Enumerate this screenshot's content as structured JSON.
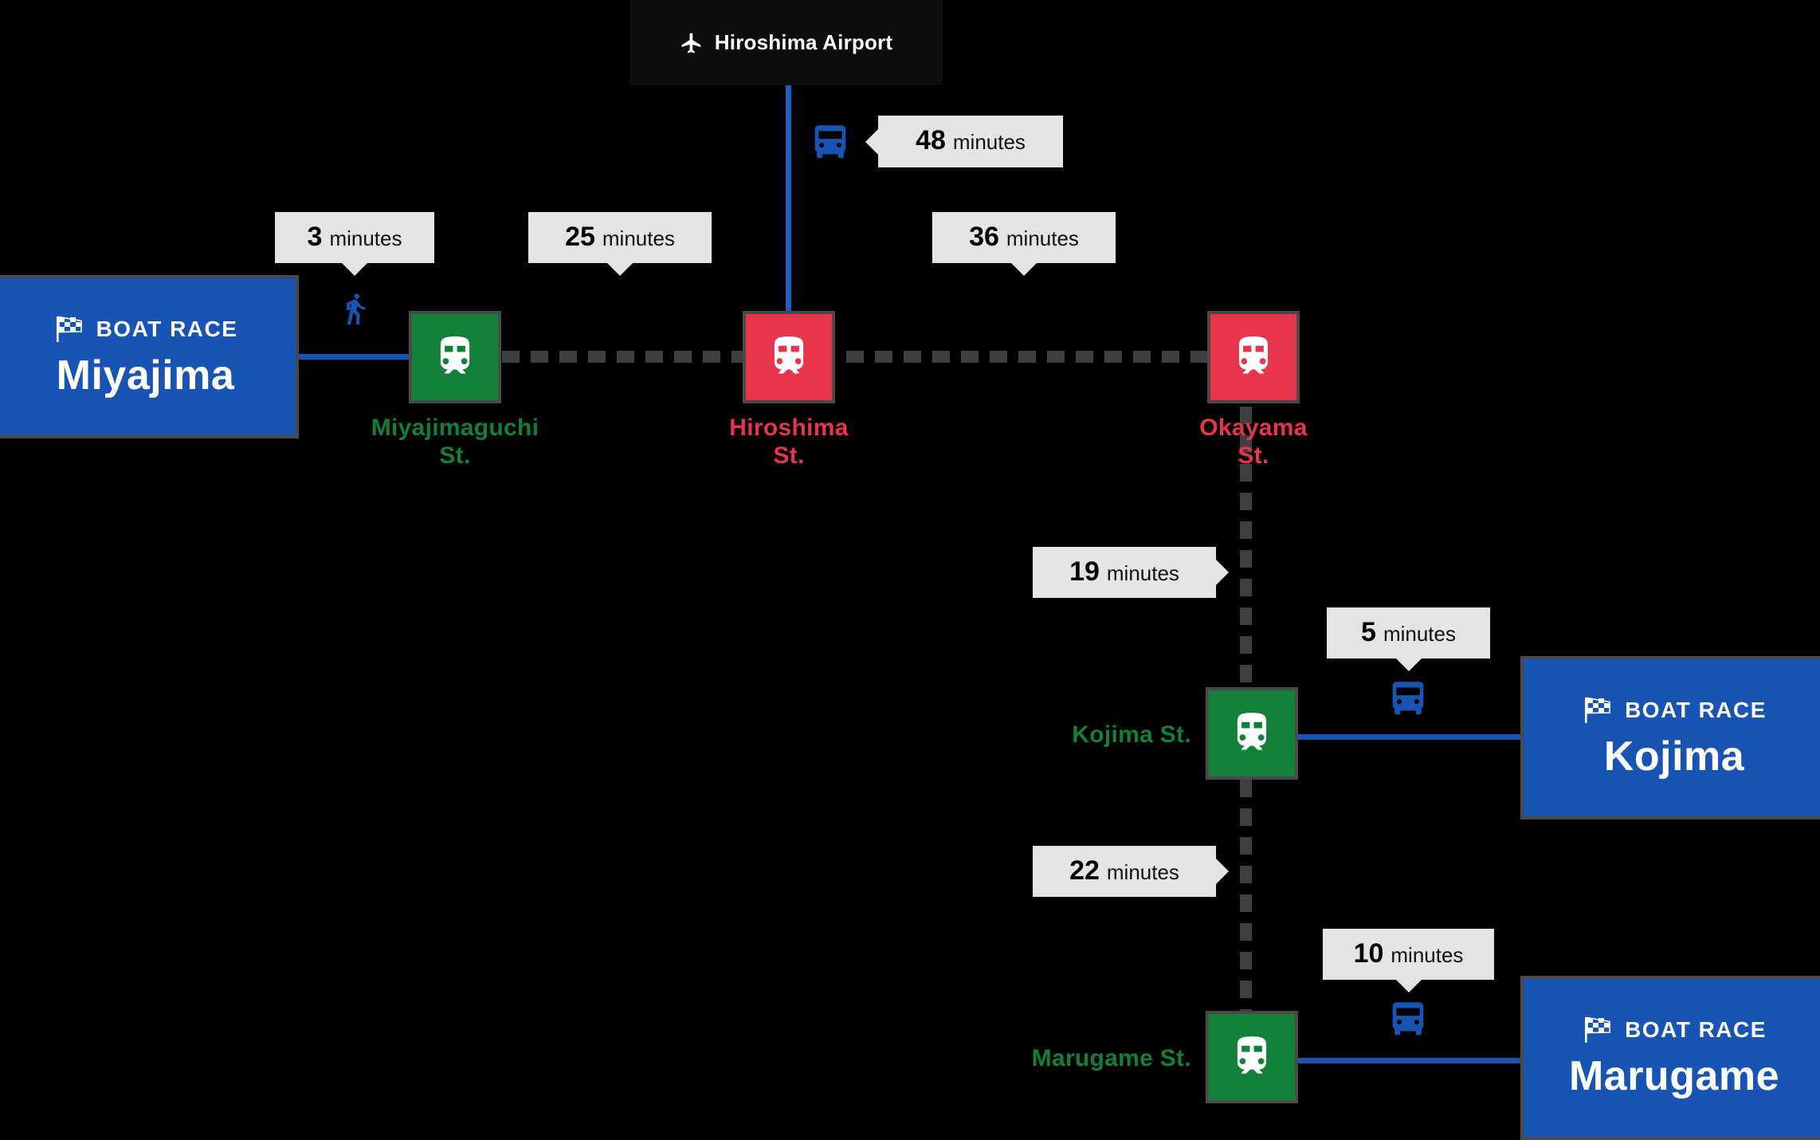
{
  "airport": {
    "name": "Hiroshima Airport",
    "icon": "airplane-icon"
  },
  "venues": [
    {
      "id": "miyajima",
      "kicker": "BOAT RACE",
      "name": "Miyajima"
    },
    {
      "id": "kojima",
      "kicker": "BOAT RACE",
      "name": "Kojima"
    },
    {
      "id": "marugame",
      "kicker": "BOAT RACE",
      "name": "Marugame"
    }
  ],
  "stations": [
    {
      "id": "miyajimaguchi",
      "label": "Miyajimaguchi\nSt.",
      "color": "#128039",
      "icon": "train-icon"
    },
    {
      "id": "hiroshima",
      "label": "Hiroshima\nSt.",
      "color": "#e8344c",
      "icon": "train-icon"
    },
    {
      "id": "okayama",
      "label": "Okayama\nSt.",
      "color": "#e8344c",
      "icon": "train-icon"
    },
    {
      "id": "kojima",
      "label": "Kojima St.",
      "color": "#128039",
      "icon": "train-icon"
    },
    {
      "id": "marugame",
      "label": "Marugame St.",
      "color": "#128039",
      "icon": "train-icon"
    }
  ],
  "durations": [
    {
      "id": "airport-to-hiroshima",
      "value": "48",
      "unit": "minutes",
      "mode": "bus-icon"
    },
    {
      "id": "miyajima-to-miyajimaguchi",
      "value": "3",
      "unit": "minutes",
      "mode": "walk-icon"
    },
    {
      "id": "miyajimaguchi-to-hiroshima",
      "value": "25",
      "unit": "minutes",
      "mode": "train-icon"
    },
    {
      "id": "hiroshima-to-okayama",
      "value": "36",
      "unit": "minutes",
      "mode": "train-icon"
    },
    {
      "id": "okayama-to-kojima",
      "value": "19",
      "unit": "minutes",
      "mode": "train-icon"
    },
    {
      "id": "kojima-st-to-kojima-venue",
      "value": "5",
      "unit": "minutes",
      "mode": "bus-icon"
    },
    {
      "id": "kojima-to-marugame",
      "value": "22",
      "unit": "minutes",
      "mode": "train-icon"
    },
    {
      "id": "marugame-st-to-venue",
      "value": "10",
      "unit": "minutes",
      "mode": "bus-icon"
    }
  ],
  "colors": {
    "background": "#000000",
    "venue_blue": "#1854b4",
    "station_green": "#128039",
    "station_red": "#e8344c",
    "bubble_gray": "#e4e4e4",
    "dash_gray": "#3f3f3f",
    "border_gray": "#4a4a4a"
  }
}
